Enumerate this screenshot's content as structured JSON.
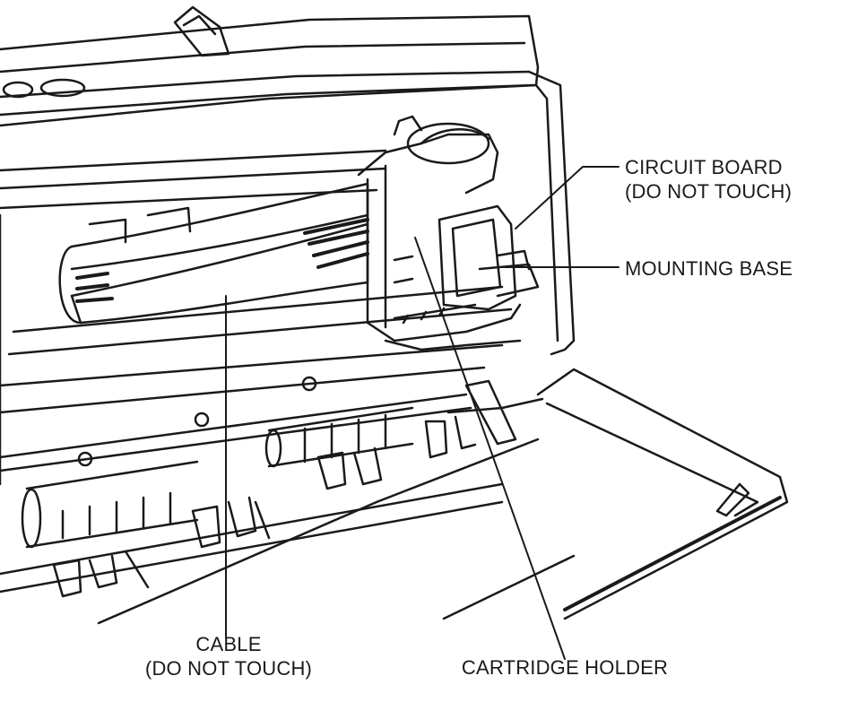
{
  "labels": {
    "circuit_board": {
      "line1": "CIRCUIT BOARD",
      "line2": "(DO NOT TOUCH)"
    },
    "mounting_base": "MOUNTING BASE",
    "cable": {
      "line1": "CABLE",
      "line2": "(DO NOT TOUCH)"
    },
    "cartridge_holder": "CARTRIDGE HOLDER"
  },
  "colors": {
    "ink": "#1a1a1a",
    "paper": "#ffffff"
  }
}
